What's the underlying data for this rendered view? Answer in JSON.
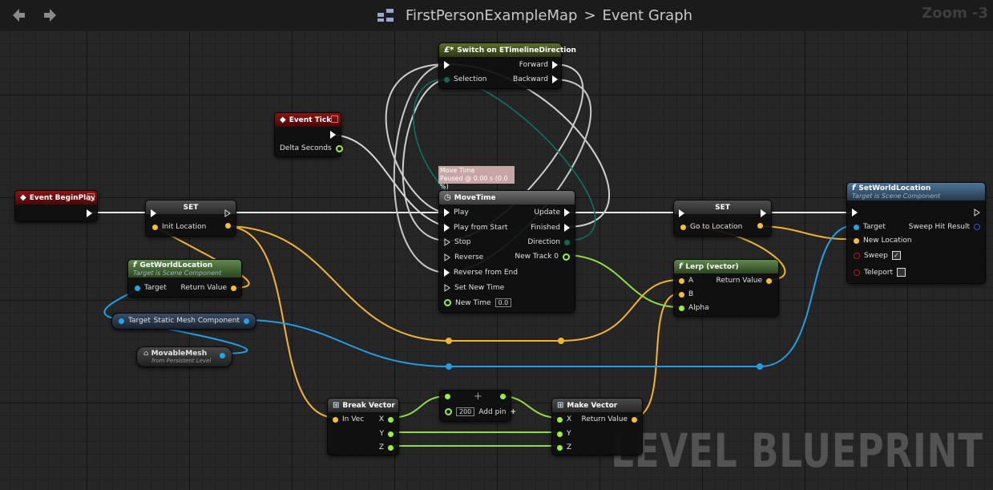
{
  "toolbar": {
    "breadcrumb_map": "FirstPersonExampleMap",
    "breadcrumb_sep": ">",
    "breadcrumb_graph": "Event Graph",
    "zoom": "Zoom -3"
  },
  "watermark": "LEVEL BLUEPRINT",
  "nodes": {
    "switch": {
      "title": "Switch on ETimelineDirection",
      "selection": "Selection",
      "forward": "Forward",
      "backward": "Backward"
    },
    "tick": {
      "title": "Event Tick",
      "delta": "Delta Seconds"
    },
    "beginplay": {
      "title": "Event BeginPlay"
    },
    "set1": {
      "title": "SET",
      "pin": "Init Location"
    },
    "getworld": {
      "title": "GetWorldLocation",
      "sub": "Target is Scene Component",
      "target": "Target",
      "ret": "Return Value"
    },
    "staticmesh": {
      "target": "Target",
      "ret": "Static Mesh Component"
    },
    "movable": {
      "title": "MovableMesh",
      "sub": "from Persistent Level"
    },
    "timeline_bubble": {
      "line1": "Move Time",
      "line2": "Paused @ 0.00 s (0.0 %)"
    },
    "timeline": {
      "title": "MoveTime",
      "play": "Play",
      "play_start": "Play from Start",
      "stop": "Stop",
      "reverse": "Reverse",
      "reverse_end": "Reverse from End",
      "set_new": "Set New Time",
      "new_time": "New Time",
      "new_time_val": "0.0",
      "update": "Update",
      "finished": "Finished",
      "direction": "Direction",
      "track": "New Track 0"
    },
    "set2": {
      "title": "SET",
      "pin": "Go to Location"
    },
    "setworld": {
      "title": "SetWorldLocation",
      "sub": "Target is Scene Component",
      "target": "Target",
      "new_loc": "New Location",
      "sweep": "Sweep",
      "teleport": "Teleport",
      "sweep_hit": "Sweep Hit Result"
    },
    "lerp": {
      "title": "Lerp (vector)",
      "a": "A",
      "b": "B",
      "alpha": "Alpha",
      "ret": "Return Value"
    },
    "breakvec": {
      "title": "Break Vector",
      "invec": "In Vec",
      "x": "X",
      "y": "Y",
      "z": "Z"
    },
    "add": {
      "value": "200",
      "addpin": "Add pin"
    },
    "makevec": {
      "title": "Make Vector",
      "x": "X",
      "y": "Y",
      "z": "Z",
      "ret": "Return Value"
    }
  },
  "colors": {
    "exec": "#ffffff",
    "vector": "#f6c02a",
    "object": "#1ea6e6",
    "float": "#9bef3c",
    "byte": "#0c6a5a",
    "event_header": "#7a0e0e",
    "function_header": "#3e5d2c",
    "call_header": "#3d5d7a",
    "variable_header": "#4a4a4a"
  }
}
